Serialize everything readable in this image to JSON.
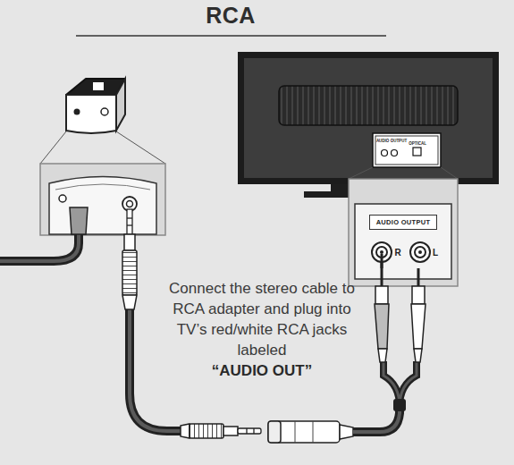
{
  "diagram": {
    "title": "RCA",
    "nodes": [
      {
        "text": [
          "AUDIO OUTPUT",
          "R",
          "L"
        ]
      }
    ],
    "labels": [
      "AUDIO OUTPUT",
      "OPTICAL",
      "Connect the stereo cable to RCA adapter and plug into TV’s red/white RCA jacks labeled",
      "“AUDIO OUT”"
    ]
  }
}
